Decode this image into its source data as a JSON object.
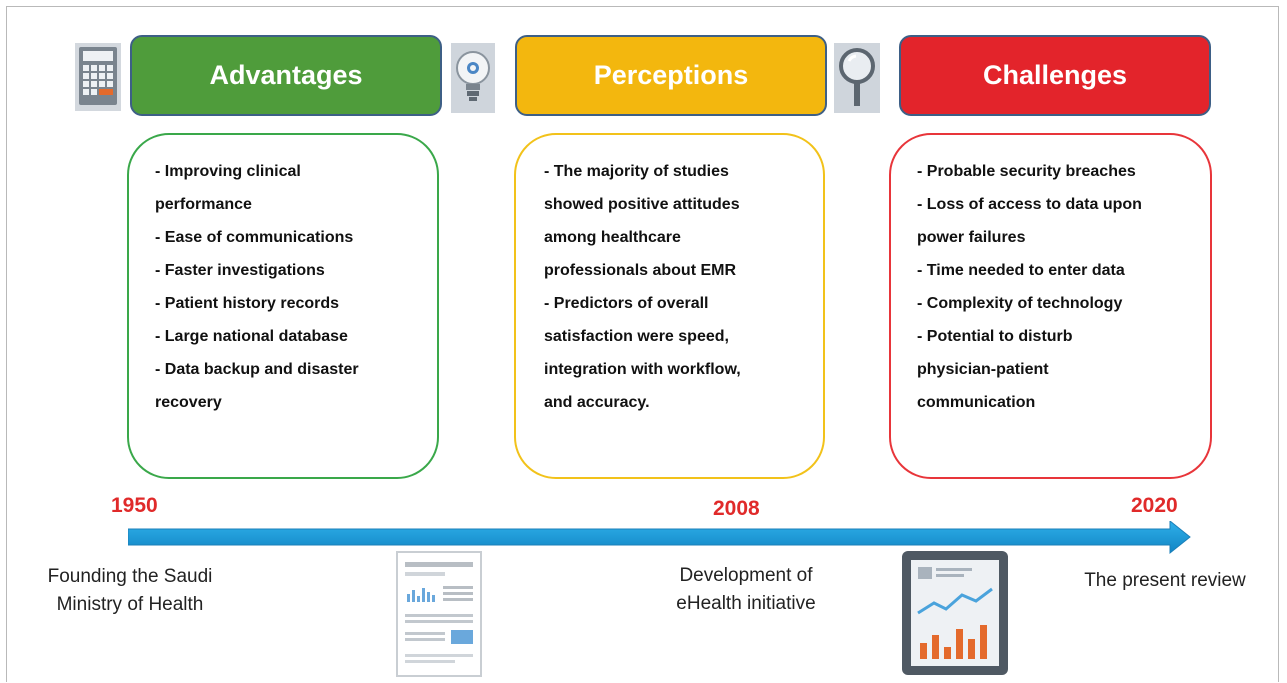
{
  "headers": {
    "advantages": "Advantages",
    "perceptions": "Perceptions",
    "challenges": "Challenges"
  },
  "icons": [
    "calculator-icon",
    "lightbulb-icon",
    "magnifier-icon",
    "report-document-icon",
    "tablet-chart-icon"
  ],
  "advantages": {
    "items": [
      "- Improving clinical",
      "performance",
      "- Ease of communications",
      "- Faster investigations",
      "- Patient history records",
      "- Large national database",
      "- Data backup and disaster",
      "recovery"
    ]
  },
  "perceptions": {
    "items": [
      "- The majority of studies",
      "showed positive attitudes",
      "among healthcare",
      "professionals about EMR",
      "- Predictors of overall",
      "satisfaction were speed,",
      "integration with workflow,",
      "and accuracy."
    ]
  },
  "challenges": {
    "items": [
      "- Probable security breaches",
      "- Loss of access to data upon",
      "power failures",
      "- Time needed to enter data",
      "- Complexity of technology",
      "- Potential to disturb",
      "physician-patient",
      "communication"
    ]
  },
  "timeline": {
    "years": [
      "1950",
      "2008",
      "2020"
    ],
    "captions": {
      "founding_line1": "Founding the Saudi",
      "founding_line2": "Ministry of Health",
      "development_line1": "Development of",
      "development_line2": "eHealth initiative",
      "present": "The present review"
    }
  },
  "colors": {
    "advantages": "#4f9c3b",
    "perceptions": "#f3b70e",
    "challenges": "#e3242b",
    "year": "#e02a2a",
    "arrow": "#1a9ad6"
  }
}
